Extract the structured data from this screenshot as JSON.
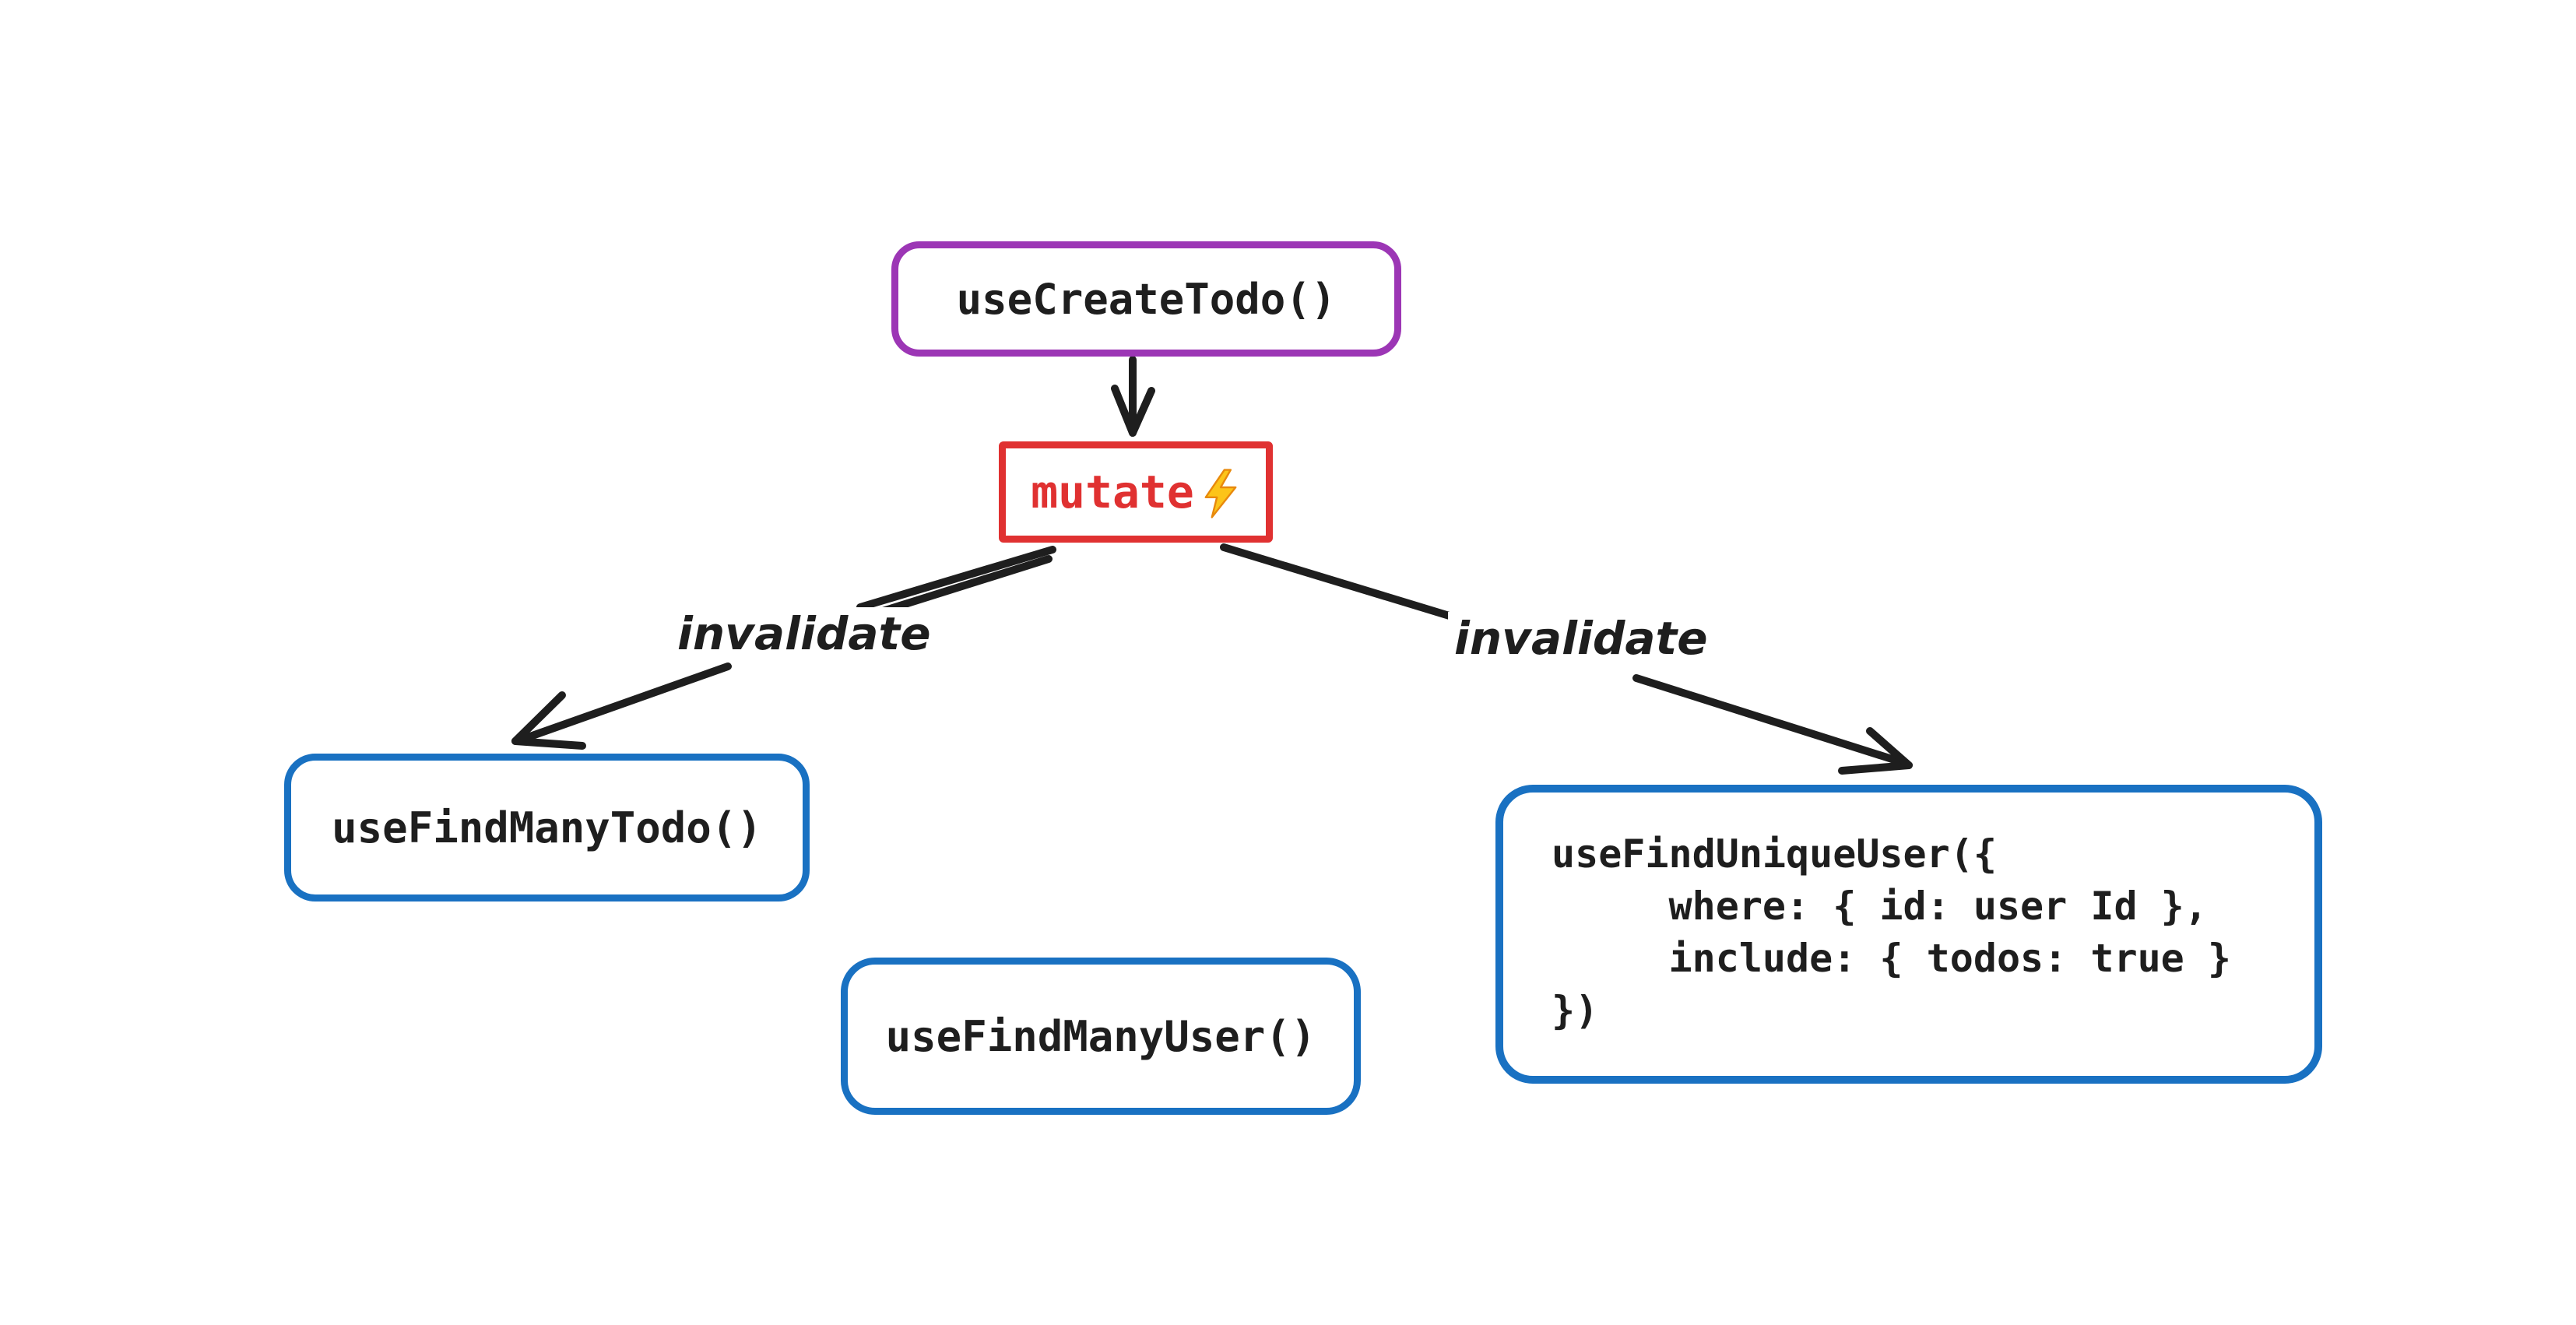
{
  "diagram": {
    "background": "#ffffff",
    "nodes": {
      "create_todo": {
        "label": "useCreateTodo()",
        "border_color": "#9c36b5"
      },
      "mutate": {
        "label": "mutate",
        "icon": "lightning-bolt",
        "border_color": "#e03131",
        "text_color": "#e03131"
      },
      "find_many_todo": {
        "label": "useFindManyTodo()",
        "border_color": "#1971c2"
      },
      "find_many_user": {
        "label": "useFindManyUser()",
        "border_color": "#1971c2"
      },
      "find_unique_user": {
        "code": "useFindUniqueUser({\n     where: { id: user Id },\n     include: { todos: true }\n})",
        "border_color": "#1971c2"
      }
    },
    "edges": {
      "create_to_mutate": {
        "from": "create_todo",
        "to": "mutate",
        "label": ""
      },
      "mutate_to_find_many_todo": {
        "from": "mutate",
        "to": "find_many_todo",
        "label": "invalidate"
      },
      "mutate_to_find_unique_user": {
        "from": "mutate",
        "to": "find_unique_user",
        "label": "invalidate"
      }
    }
  },
  "colors": {
    "purple": "#9c36b5",
    "red": "#e03131",
    "blue": "#1971c2",
    "ink": "#1e1e1e",
    "bolt_fill": "#fcc419",
    "bolt_edge": "#e8890c"
  }
}
